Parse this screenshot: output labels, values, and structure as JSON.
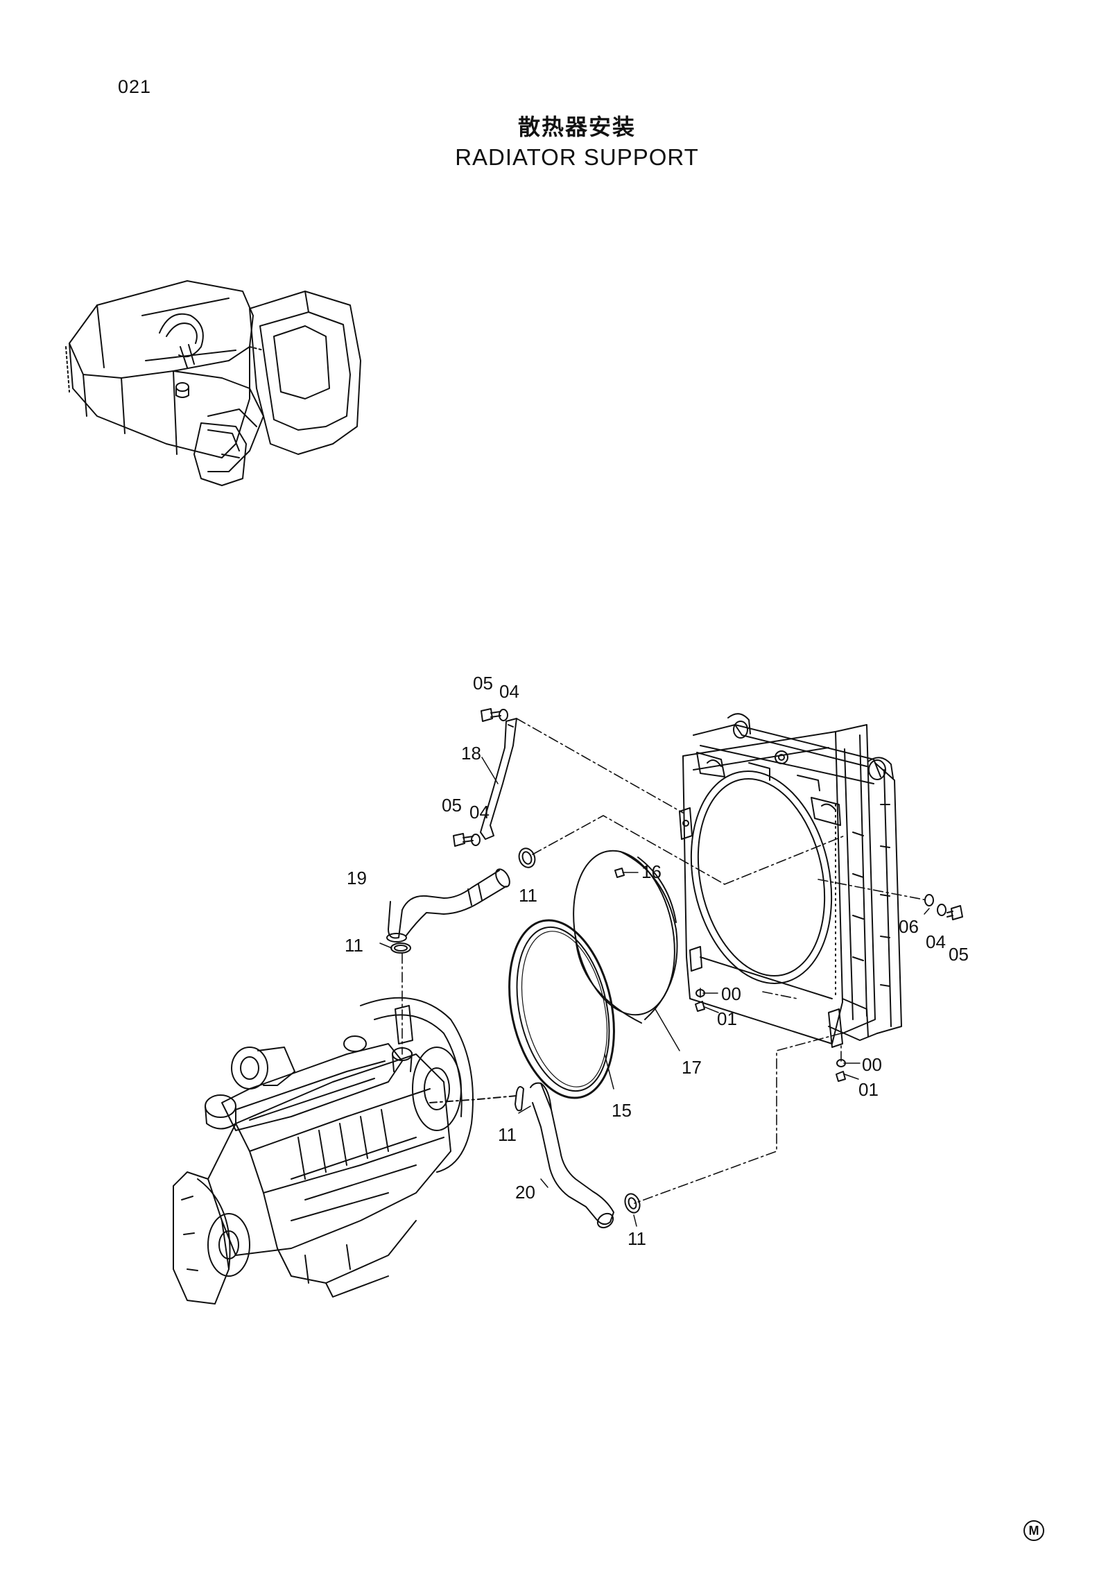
{
  "page_number": "021",
  "title_cn": "散热器安装",
  "title_en": "RADIATOR SUPPORT",
  "corner_mark": "M",
  "callouts": {
    "c05a": "05",
    "c04a": "04",
    "c18": "18",
    "c05b": "05",
    "c04b": "04",
    "c19": "19",
    "c11a": "11",
    "c11b": "11",
    "c16": "16",
    "c06": "06",
    "c04c": "04",
    "c05c": "05",
    "c00a": "00",
    "c01a": "01",
    "c17": "17",
    "c15": "15",
    "c00b": "00",
    "c01b": "01",
    "c11c": "11",
    "c20": "20",
    "c11d": "11"
  }
}
